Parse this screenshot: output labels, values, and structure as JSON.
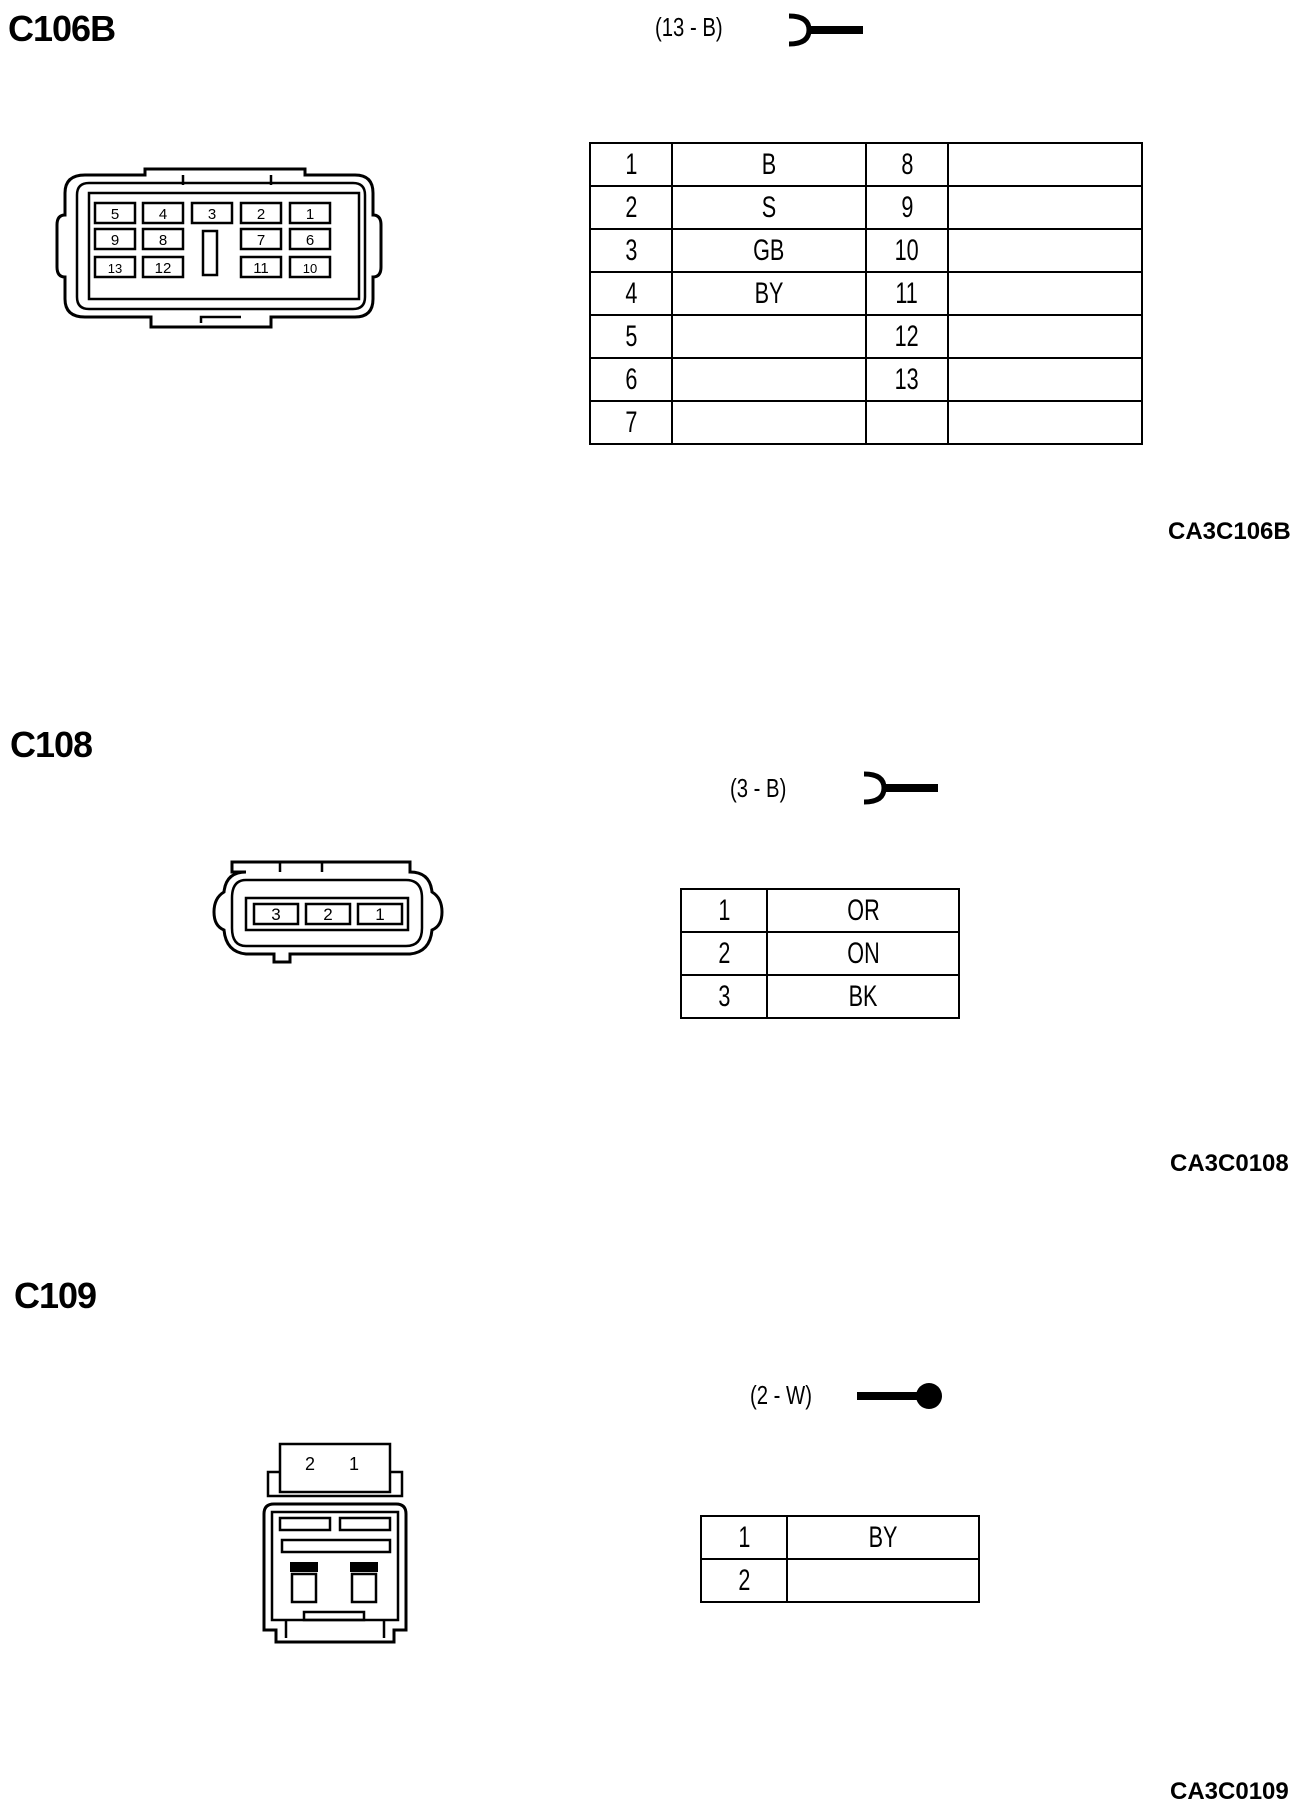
{
  "connectors": [
    {
      "id": "C106B",
      "spec": "(13 - B)",
      "terminal": "female",
      "code": "CA3C106B",
      "face_labels": [
        "5",
        "4",
        "3",
        "2",
        "1",
        "9",
        "8",
        "7",
        "6",
        "13",
        "12",
        "11",
        "10"
      ],
      "pins": [
        {
          "pin": "1",
          "color": "B"
        },
        {
          "pin": "2",
          "color": "S"
        },
        {
          "pin": "3",
          "color": "GB"
        },
        {
          "pin": "4",
          "color": "BY"
        },
        {
          "pin": "5",
          "color": ""
        },
        {
          "pin": "6",
          "color": ""
        },
        {
          "pin": "7",
          "color": ""
        },
        {
          "pin": "8",
          "color": ""
        },
        {
          "pin": "9",
          "color": ""
        },
        {
          "pin": "10",
          "color": ""
        },
        {
          "pin": "11",
          "color": ""
        },
        {
          "pin": "12",
          "color": ""
        },
        {
          "pin": "13",
          "color": ""
        }
      ]
    },
    {
      "id": "C108",
      "spec": "(3 - B)",
      "terminal": "female",
      "code": "CA3C0108",
      "face_labels": [
        "3",
        "2",
        "1"
      ],
      "pins": [
        {
          "pin": "1",
          "color": "OR"
        },
        {
          "pin": "2",
          "color": "ON"
        },
        {
          "pin": "3",
          "color": "BK"
        }
      ]
    },
    {
      "id": "C109",
      "spec": "(2 - W)",
      "terminal": "male",
      "code": "CA3C0109",
      "face_labels": [
        "2",
        "1"
      ],
      "pins": [
        {
          "pin": "1",
          "color": "BY"
        },
        {
          "pin": "2",
          "color": ""
        }
      ]
    }
  ]
}
